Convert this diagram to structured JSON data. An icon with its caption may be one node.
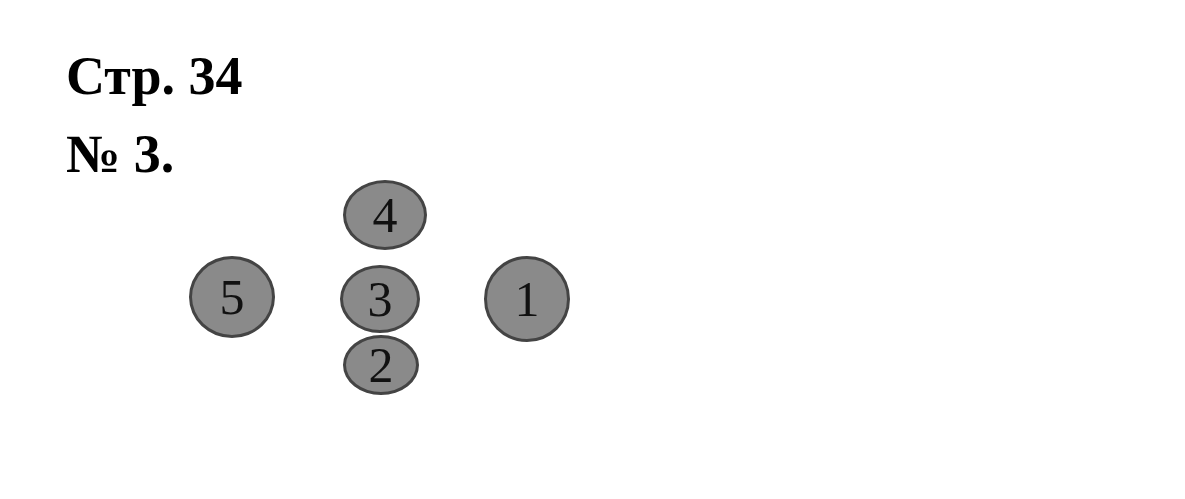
{
  "diagram": {
    "title": "Стр. 34",
    "nodes": [
      {
        "text": [
          "4"
        ]
      },
      {
        "text": [
          "5"
        ]
      },
      {
        "text": [
          "3"
        ]
      },
      {
        "text": [
          "1"
        ]
      },
      {
        "text": [
          "2"
        ]
      }
    ],
    "edges": [],
    "labels": [
      "№ 3."
    ]
  }
}
